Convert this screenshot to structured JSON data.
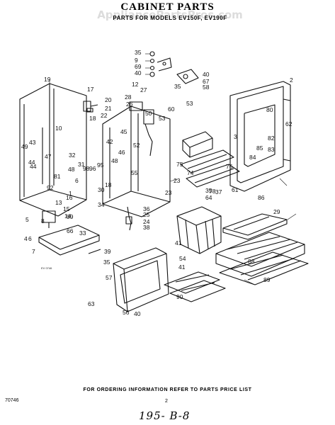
{
  "title": "CABINET PARTS",
  "watermark": "AppliancePartsPros.com",
  "subtitle": "PARTS FOR MODELS EV150F, EV190F",
  "figure_code_small": "EV 0746",
  "footer_note": "FOR ORDERING INFORMATION REFER TO PARTS PRICE LIST",
  "figure_code": "70746",
  "page_number": "2",
  "handwritten_note": "195- B-8",
  "callouts": [
    "35",
    "9",
    "69",
    "40",
    "12",
    "27",
    "28",
    "26",
    "60",
    "40",
    "67",
    "58",
    "35",
    "53",
    "19",
    "17",
    "20",
    "21",
    "18",
    "22",
    "50",
    "10",
    "43",
    "49",
    "47",
    "44",
    "32",
    "48",
    "45",
    "42",
    "46",
    "52",
    "48",
    "55",
    "81",
    "98",
    "96",
    "95",
    "92",
    "13",
    "15",
    "14",
    "18",
    "30",
    "23",
    "34",
    "36",
    "25",
    "24",
    "38",
    "66",
    "33",
    "99",
    "5",
    "8",
    "6",
    "7",
    "39",
    "41",
    "54",
    "57",
    "35",
    "63",
    "56",
    "40",
    "2",
    "80",
    "62",
    "82",
    "84",
    "85",
    "83",
    "75",
    "74",
    "76",
    "35",
    "37",
    "64",
    "86",
    "29",
    "88",
    "89",
    "90",
    "4",
    "61",
    "16",
    "1",
    "23",
    "6",
    "41",
    "78",
    "3",
    "31",
    "44",
    "53"
  ],
  "colors": {
    "line": "#111111",
    "background": "#ffffff",
    "watermark": "#cccccc"
  }
}
